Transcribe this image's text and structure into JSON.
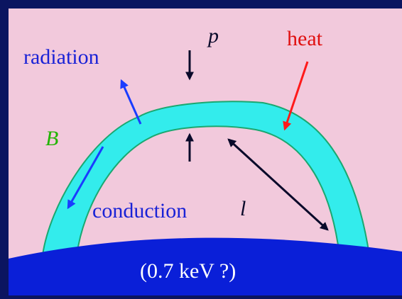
{
  "diagram": {
    "labels": {
      "radiation": "radiation",
      "p": "p",
      "heat": "heat",
      "B": "B",
      "conduction": "conduction",
      "l": "l",
      "energy": "(0.7 keV ?)"
    },
    "colors": {
      "frame_bg": "#0b1560",
      "panel_bg": "#f2c9dc",
      "loop_fill": "#33ecec",
      "loop_edge": "#1aa870",
      "photosphere": "#0a1fd8",
      "radiation_arrow": "#1a3cff",
      "heat_arrow": "#ff1a1a",
      "dark_arrow": "#0a0a2a",
      "blue_text": "#1a22d6",
      "red_text": "#e01010",
      "green_text": "#22b400",
      "white_text": "#ffffff"
    }
  }
}
